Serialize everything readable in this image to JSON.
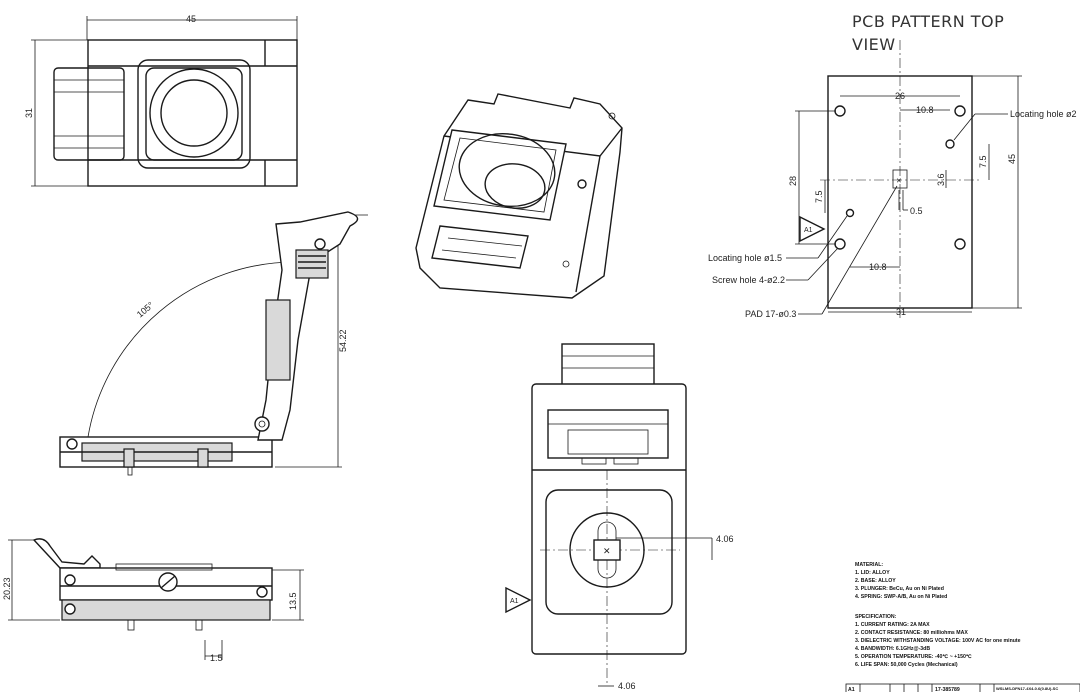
{
  "top_view": {
    "dim_width": "45",
    "dim_height": "31"
  },
  "side_view": {
    "angle": "105°",
    "height": "54.22"
  },
  "bottom_left": {
    "h1": "20.23",
    "h2": "13.5",
    "w": "1.5"
  },
  "pcb": {
    "title_line1": "PCB PATTERN TOP",
    "title_line2": "VIEW",
    "dim_26": "26",
    "dim_10_8_top": "10.8",
    "dim_10_8_bot": "10.8",
    "dim_28": "28",
    "dim_7_5_left": "7.5",
    "dim_7_5_right": "7.5",
    "dim_3_6": "3.6",
    "dim_0_5": "0.5",
    "dim_45": "45",
    "dim_31": "31",
    "marker": "A1",
    "loc_hole_2": "Locating hole ø2",
    "loc_hole_15": "Locating hole ø1.5",
    "screw_hole": "Screw hole 4-ø2.2",
    "pad": "PAD 17-ø0.3"
  },
  "front_view": {
    "dim_a": "4.06",
    "dim_b": "4.06",
    "marker": "A1"
  },
  "notes": {
    "material_title": "MATERIAL:",
    "material": [
      "1. LID: ALLOY",
      "2. BASE: ALLOY",
      "3. PLUNGER: BeCu, Au on Ni Plated",
      "4. SPRING: SWP-A/B, Au on Ni Plated"
    ],
    "spec_title": "SPECIFICATION:",
    "spec": [
      "1. CURRENT RATING: 2A MAX",
      "2. CONTACT RESISTANCE: 80 milliohms MAX",
      "3. DIELECTRIC WITHSTANDING VOLTAGE: 100V AC for one minute",
      "4. BANDWIDTH: 6.1GHz@-3dB",
      "5. OPERATION TEMPERATURE: -40℃ ~ +150℃",
      "6. LIFE SPAN: 50,000 Cycles (Mechanical)"
    ]
  },
  "title_block": {
    "rev": "A1",
    "drawing_no": "17-385789",
    "part_no": "WSLMS-DFN17-4X4-0.6(0.8U)-SC"
  }
}
